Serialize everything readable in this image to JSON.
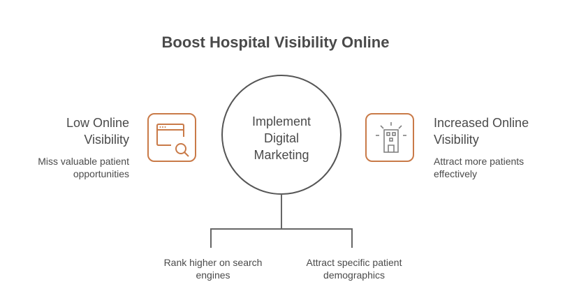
{
  "title": "Boost Hospital Visibility Online",
  "left": {
    "heading_line1": "Low Online",
    "heading_line2": "Visibility",
    "description_line1": "Miss valuable patient",
    "description_line2": "opportunities",
    "icon": "browser-search-icon"
  },
  "center": {
    "line1": "Implement",
    "line2": "Digital",
    "line3": "Marketing"
  },
  "right": {
    "heading_line1": "Increased Online",
    "heading_line2": "Visibility",
    "description_line1": "Attract more patients",
    "description_line2": "effectively",
    "icon": "hospital-building-icon"
  },
  "branches": [
    {
      "line1": "Rank higher on search",
      "line2": "engines"
    },
    {
      "line1": "Attract specific patient",
      "line2": "demographics"
    }
  ],
  "colors": {
    "accent": "#c97a48",
    "text": "#4a4a4a",
    "line": "#5a5a5a",
    "icon_gray": "#808080"
  }
}
